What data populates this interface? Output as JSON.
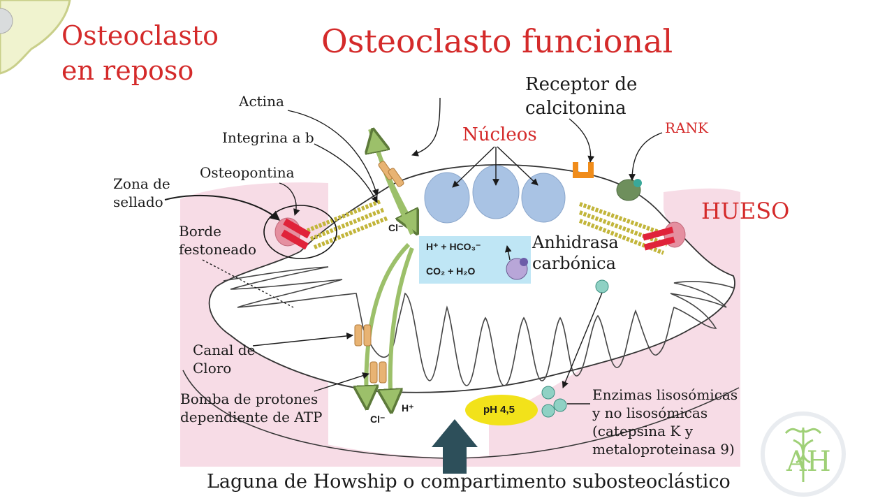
{
  "titles": {
    "rest_line1": "Osteoclasto",
    "rest_line2": "en reposo",
    "functional": "Osteoclasto funcional"
  },
  "labels": {
    "actina": "Actina",
    "integrina": "Integrina a b",
    "osteopontina": "Osteopontina",
    "zona_line1": "Zona de",
    "zona_line2": "sellado",
    "borde_line1": "Borde",
    "borde_line2": "festoneado",
    "nucleos": "Núcleos",
    "receptor_line1": "Receptor de",
    "receptor_line2": "calcitonina",
    "rank": "RANK",
    "hueso": "HUESO",
    "anhidrasa_line1": "Anhidrasa",
    "anhidrasa_line2": "carbónica",
    "canal_line1": "Canal de",
    "canal_line2": "Cloro",
    "bomba_line1": "Bomba de protones",
    "bomba_line2": "dependiente de ATP",
    "enzimas_line1": "Enzimas lisosómicas",
    "enzimas_line2": "y no lisosómicas",
    "enzimas_line3": "(catepsina K y",
    "enzimas_line4": "metaloproteinasa 9)",
    "bottom": "Laguna de Howship o compartimento subosteoclástico"
  },
  "chemistry": {
    "reaction_top": "H⁺ + HCO₃⁻",
    "reaction_bottom": "CO₂ + H₂O",
    "cl_top": "Cl⁻",
    "cl_bottom": "Cl⁻",
    "h_plus": "H⁺",
    "ph": "pH 4,5"
  },
  "logo": {
    "text": "AH"
  },
  "colors": {
    "title_red": "#d42a2a",
    "bone_pink": "#f7dce6",
    "nucleus_blue": "#a9c3e4",
    "reaction_box": "#bfe6f5",
    "ph_yellow": "#f2e21a",
    "channel_orange": "#e8b373",
    "receptor_orange": "#f08c1a",
    "rank_green": "#6e8f5c",
    "enzyme_teal": "#8fd1c4",
    "arrow_teal": "#2d4f5a"
  }
}
